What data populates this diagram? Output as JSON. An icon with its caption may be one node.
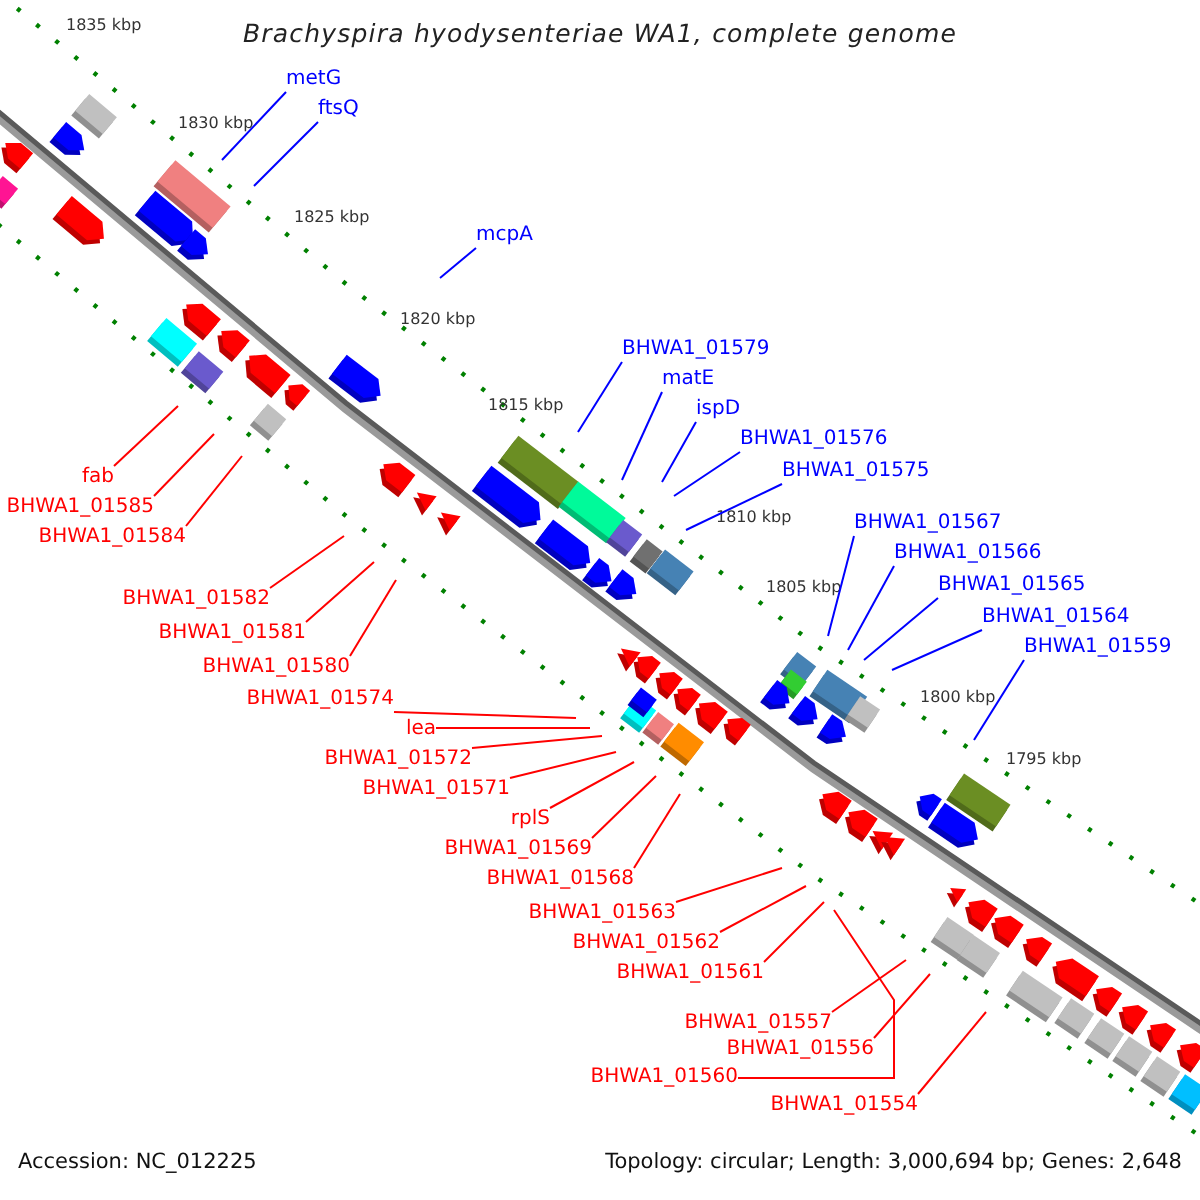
{
  "diagram": {
    "title": "Brachyspira hyodysenteriae WA1, complete genome",
    "nodes": [
      {
        "text": [
          "metG"
        ]
      },
      {
        "text": [
          "ftsQ"
        ]
      },
      {
        "text": [
          "mcpA"
        ]
      },
      {
        "text": [
          "BHWA1_01579"
        ]
      },
      {
        "text": [
          "matE"
        ]
      },
      {
        "text": [
          "ispD"
        ]
      },
      {
        "text": [
          "BHWA1_01576"
        ]
      },
      {
        "text": [
          "BHWA1_01575"
        ]
      },
      {
        "text": [
          "BHWA1_01567"
        ]
      },
      {
        "text": [
          "BHWA1_01566"
        ]
      },
      {
        "text": [
          "BHWA1_01565"
        ]
      },
      {
        "text": [
          "BHWA1_01564"
        ]
      },
      {
        "text": [
          "BHWA1_01559"
        ]
      },
      {
        "text": [
          "fab"
        ]
      },
      {
        "text": [
          "BHWA1_01585"
        ]
      },
      {
        "text": [
          "BHWA1_01584"
        ]
      },
      {
        "text": [
          "BHWA1_01582"
        ]
      },
      {
        "text": [
          "BHWA1_01581"
        ]
      },
      {
        "text": [
          "BHWA1_01580"
        ]
      },
      {
        "text": [
          "BHWA1_01574"
        ]
      },
      {
        "text": [
          "lea"
        ]
      },
      {
        "text": [
          "BHWA1_01572"
        ]
      },
      {
        "text": [
          "BHWA1_01571"
        ]
      },
      {
        "text": [
          "rplS"
        ]
      },
      {
        "text": [
          "BHWA1_01569"
        ]
      },
      {
        "text": [
          "BHWA1_01568"
        ]
      },
      {
        "text": [
          "BHWA1_01563"
        ]
      },
      {
        "text": [
          "BHWA1_01562"
        ]
      },
      {
        "text": [
          "BHWA1_01561"
        ]
      },
      {
        "text": [
          "BHWA1_01557"
        ]
      },
      {
        "text": [
          "BHWA1_01556"
        ]
      },
      {
        "text": [
          "BHWA1_01560"
        ]
      },
      {
        "text": [
          "BHWA1_01554"
        ]
      }
    ],
    "edges": [
      {
        "from": 0,
        "to": null,
        "arrow": "none",
        "color": "#0000ff"
      },
      {
        "from": 1,
        "to": null,
        "arrow": "none",
        "color": "#0000ff"
      },
      {
        "from": 2,
        "to": null,
        "arrow": "none",
        "color": "#0000ff"
      },
      {
        "from": 3,
        "to": null,
        "arrow": "none",
        "color": "#0000ff"
      },
      {
        "from": 4,
        "to": null,
        "arrow": "none",
        "color": "#0000ff"
      },
      {
        "from": 5,
        "to": null,
        "arrow": "none",
        "color": "#0000ff"
      },
      {
        "from": 6,
        "to": null,
        "arrow": "none",
        "color": "#0000ff"
      },
      {
        "from": 7,
        "to": null,
        "arrow": "none",
        "color": "#0000ff"
      },
      {
        "from": 8,
        "to": null,
        "arrow": "none",
        "color": "#0000ff"
      },
      {
        "from": 9,
        "to": null,
        "arrow": "none",
        "color": "#0000ff"
      },
      {
        "from": 10,
        "to": null,
        "arrow": "none",
        "color": "#0000ff"
      },
      {
        "from": 11,
        "to": null,
        "arrow": "none",
        "color": "#0000ff"
      },
      {
        "from": 12,
        "to": null,
        "arrow": "none",
        "color": "#0000ff"
      },
      {
        "from": 13,
        "to": null,
        "arrow": "none"
      },
      {
        "from": 14,
        "to": null,
        "arrow": "none"
      },
      {
        "from": 15,
        "to": null,
        "arrow": "none"
      },
      {
        "from": 16,
        "to": null,
        "arrow": "none"
      },
      {
        "from": 17,
        "to": null,
        "arrow": "none"
      },
      {
        "from": 18,
        "to": null,
        "arrow": "none"
      },
      {
        "from": 19,
        "to": null,
        "arrow": "none"
      },
      {
        "from": 20,
        "to": null,
        "arrow": "none"
      },
      {
        "from": 21,
        "to": null,
        "arrow": "none"
      },
      {
        "from": 22,
        "to": null,
        "arrow": "none"
      },
      {
        "from": 23,
        "to": null,
        "arrow": "none"
      },
      {
        "from": 24,
        "to": null,
        "arrow": "none"
      },
      {
        "from": 25,
        "to": null,
        "arrow": "none"
      },
      {
        "from": 26,
        "to": null,
        "arrow": "none"
      },
      {
        "from": 27,
        "to": null,
        "arrow": "none"
      },
      {
        "from": 28,
        "to": null,
        "arrow": "none"
      },
      {
        "from": 29,
        "to": null,
        "arrow": "none"
      },
      {
        "from": 30,
        "to": null,
        "arrow": "none"
      },
      {
        "from": 31,
        "to": null,
        "arrow": "none"
      },
      {
        "from": 32,
        "to": null,
        "arrow": "none"
      }
    ],
    "labels": [
      "1835 kbp",
      "1830 kbp",
      "1825 kbp",
      "1820 kbp",
      "1815 kbp",
      "1810 kbp",
      "1805 kbp",
      "1800 kbp",
      "1795 kbp",
      "Accession: NC_012225",
      "Topology: circular; Length: 3,000,694 bp; Genes: 2,648"
    ]
  }
}
